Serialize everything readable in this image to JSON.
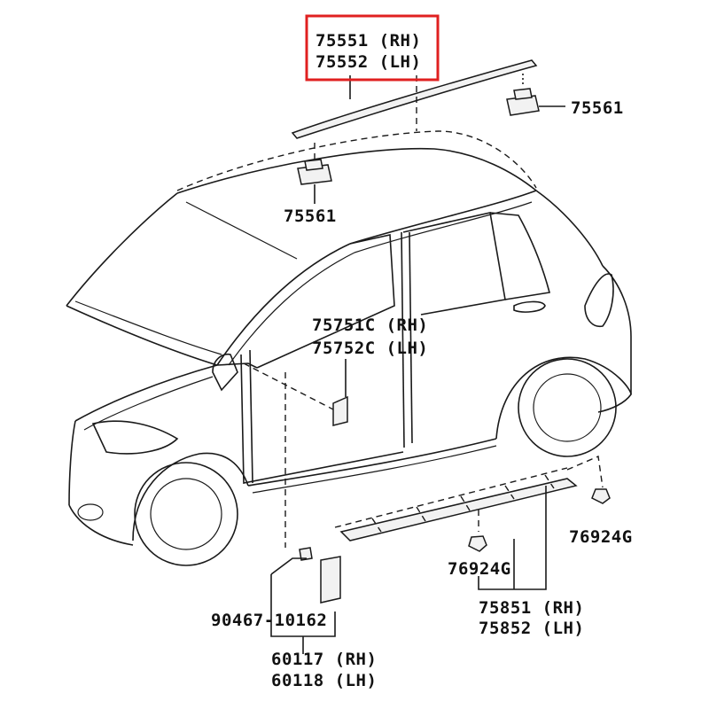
{
  "highlight": {
    "color": "#e02020"
  },
  "parts": {
    "roof_molding": {
      "rh": "75551 (RH)",
      "lh": "75552 (LH)"
    },
    "roof_clip_right": "75561",
    "roof_clip_left": "75561",
    "door_emblem": {
      "rh": "75751C (RH)",
      "lh": "75752C (LH)"
    },
    "rocker_nut_right": "76924G",
    "rocker_nut_left": "76924G",
    "rocker_molding": {
      "rh": "75851 (RH)",
      "lh": "75852 (LH)"
    },
    "mudguard_screw": "90467-10162",
    "mudguard": {
      "rh": "60117 (RH)",
      "lh": "60118 (LH)"
    }
  }
}
